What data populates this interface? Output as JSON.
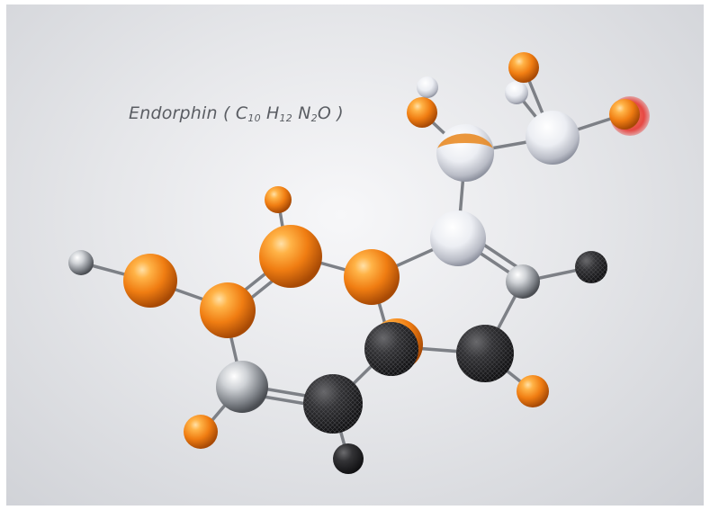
{
  "caption": {
    "name": "Endorphin",
    "open": "(",
    "c": "C",
    "c_count": "10",
    "h": "H",
    "h_count": "12",
    "n": "N",
    "n_count": "2",
    "o": "O",
    "close": ")"
  },
  "colors": {
    "orange": "#f08a1c",
    "dark": "#2d2d2f",
    "silver": "#b9bcc1",
    "glass": "#e6e8ee",
    "red_accent": "#e8231c",
    "bond": "#7d8086"
  }
}
